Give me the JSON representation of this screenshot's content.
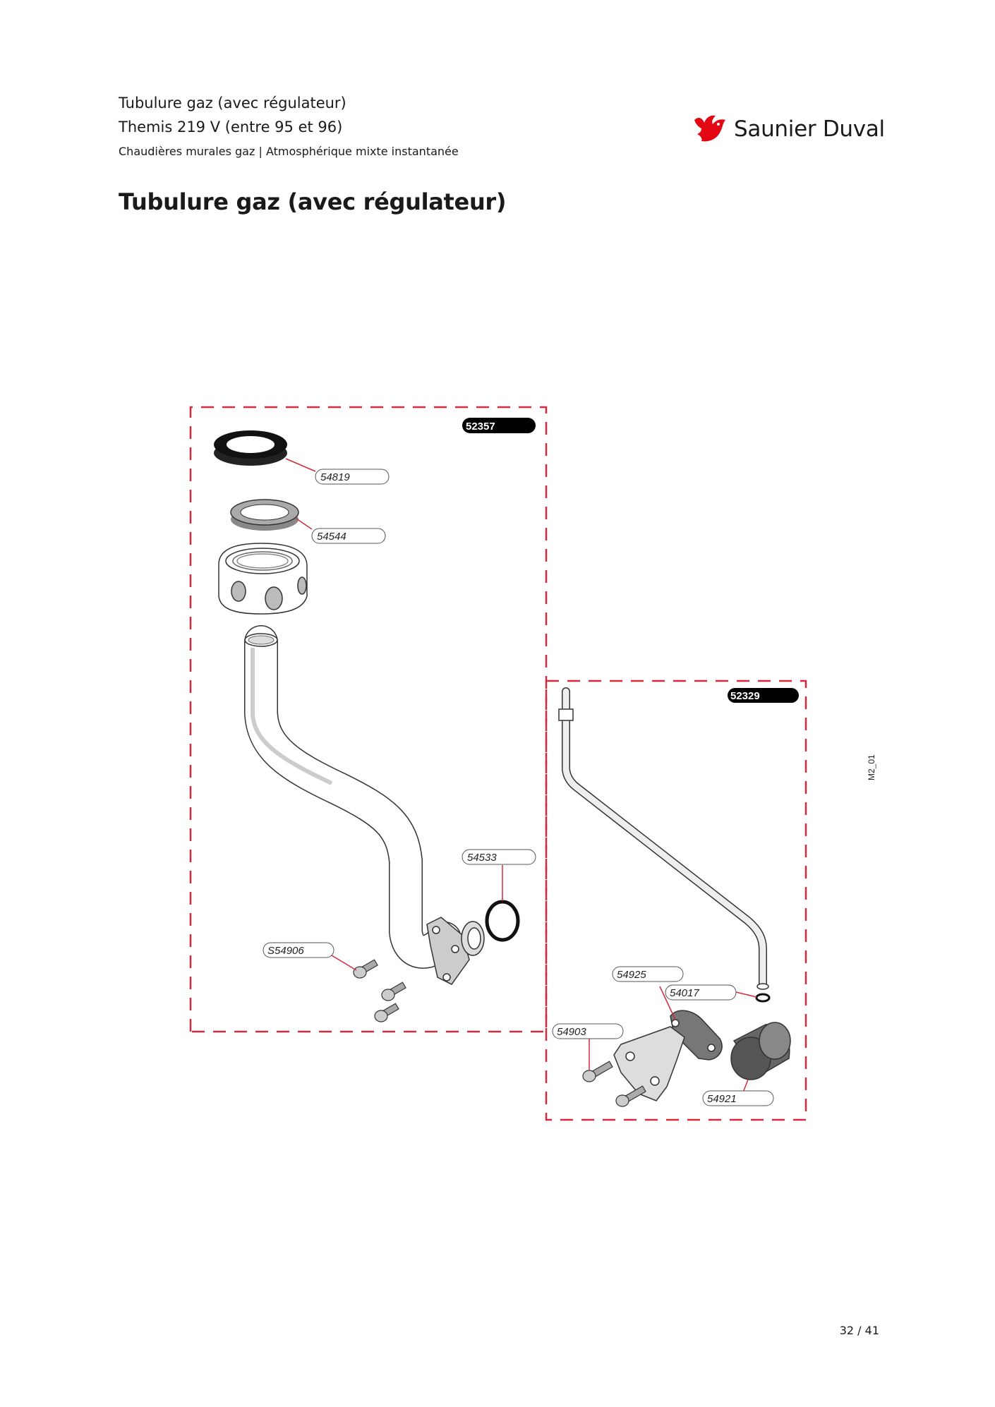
{
  "header": {
    "line1": "Tubulure gaz (avec régulateur)",
    "line2": "Themis 219 V (entre 95 et 96)",
    "line3": "Chaudières murales gaz | Atmosphérique mixte instantanée"
  },
  "brand": {
    "name": "Saunier Duval",
    "color": "#e30613"
  },
  "title": "Tubulure gaz (avec régulateur)",
  "diagram": {
    "side_code": "M2_01",
    "kits": [
      {
        "code": "52357"
      },
      {
        "code": "52329"
      }
    ],
    "parts": [
      "54819",
      "54544",
      "54533",
      "S54906",
      "54925",
      "54017",
      "54903",
      "54921"
    ]
  },
  "footer": {
    "page": "32 / 41"
  }
}
